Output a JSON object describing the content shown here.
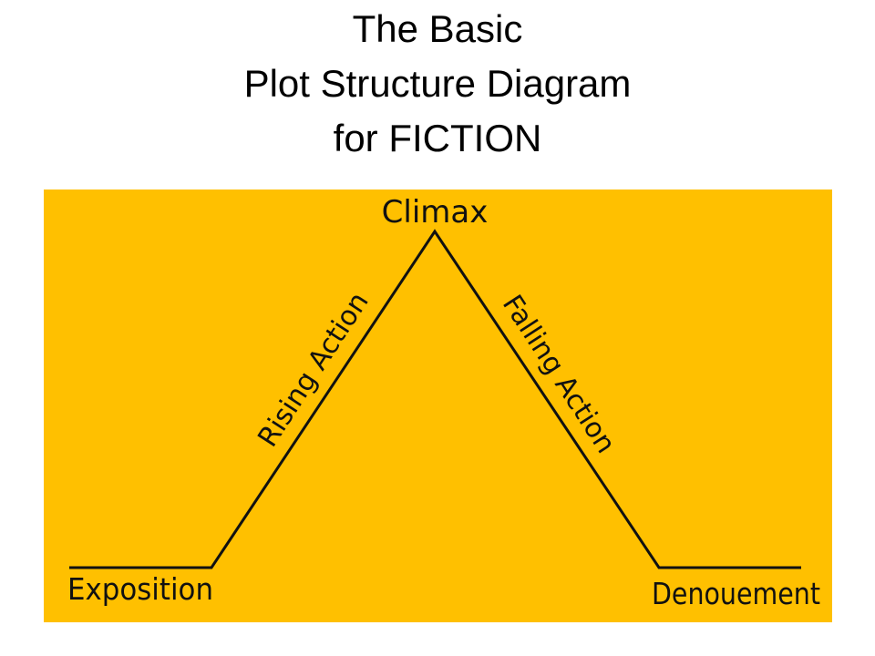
{
  "title": {
    "line1": "The Basic",
    "line2": "Plot Structure Diagram",
    "line3": "for FICTION"
  },
  "diagram": {
    "background_color": "#FFC000",
    "line_color": "#111111",
    "labels": {
      "climax": "Climax",
      "rising_action": "Rising Action",
      "falling_action": "Falling Action",
      "exposition": "Exposition",
      "denouement": "Denouement"
    }
  }
}
